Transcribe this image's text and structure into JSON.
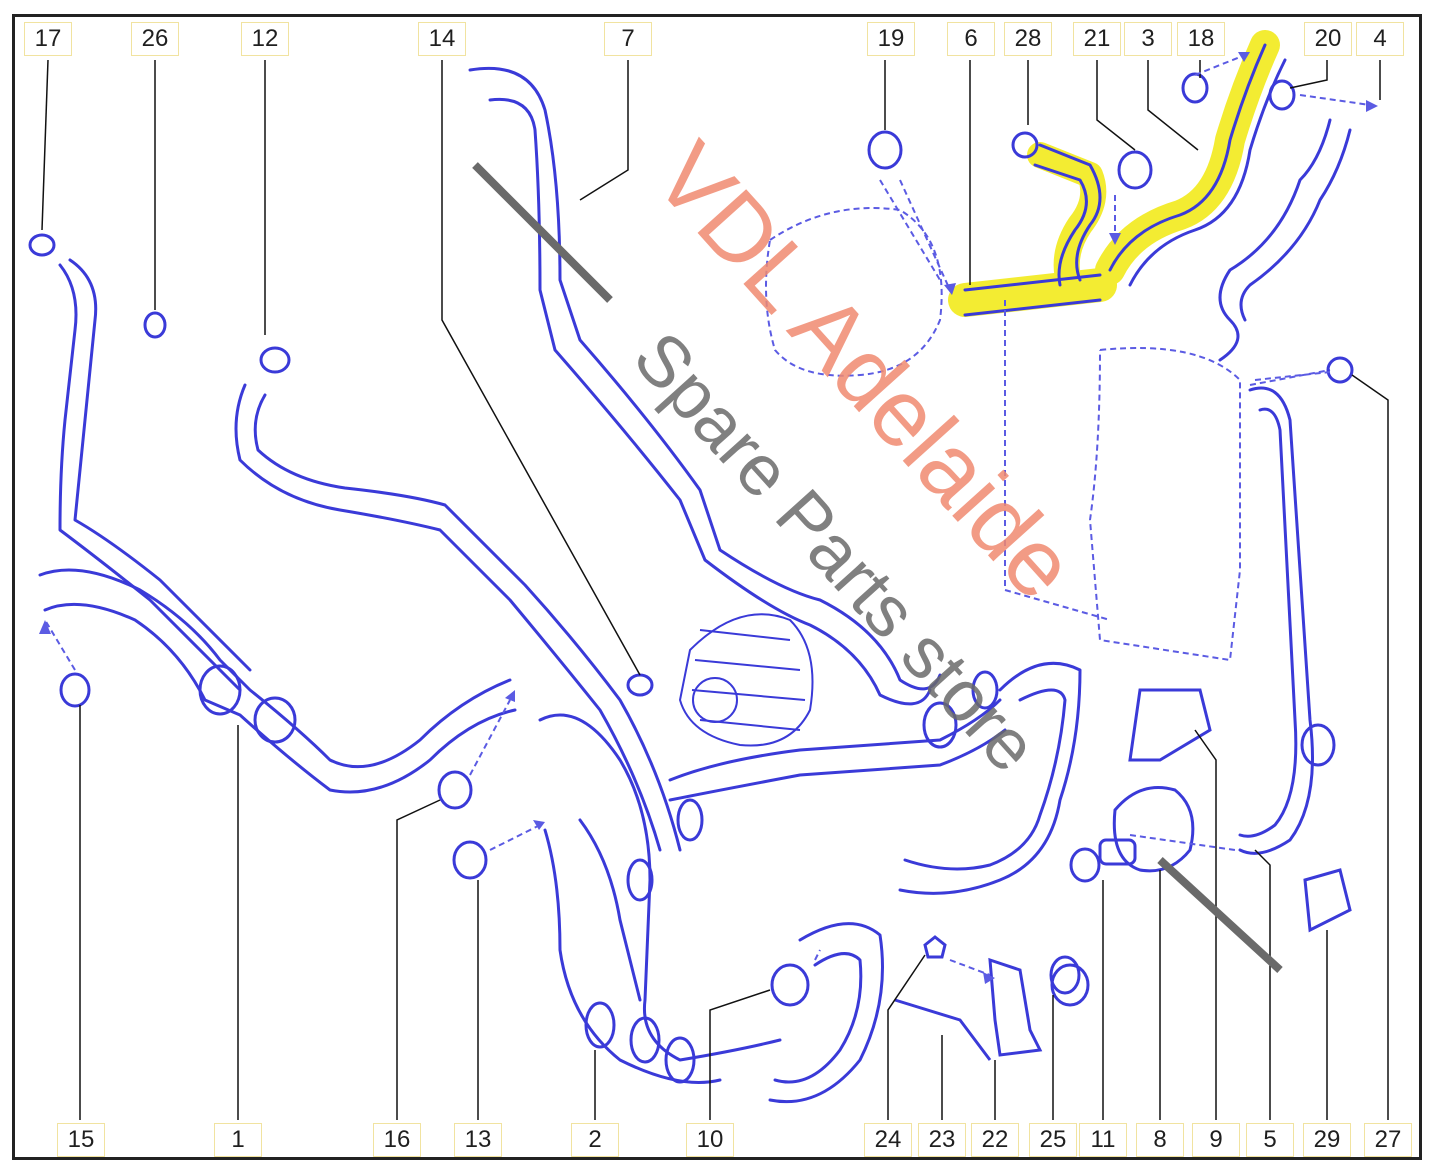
{
  "labels": {
    "top": [
      "17",
      "26",
      "12",
      "14",
      "7",
      "19",
      "6",
      "28",
      "21",
      "3",
      "18",
      "20",
      "4"
    ],
    "bottom": [
      "15",
      "1",
      "16",
      "13",
      "2",
      "10",
      "24",
      "23",
      "22",
      "25",
      "11",
      "8",
      "9",
      "5",
      "29",
      "27"
    ]
  },
  "watermark": {
    "brand": "VDL Adelaide",
    "store": "Spare Parts store"
  },
  "colors": {
    "line": "#3a3ad8",
    "dash": "#5b5be3",
    "highlight": "#f2ea1c",
    "watermark_brand": "#f08a70",
    "watermark_store": "#6a6a6a",
    "frame": "#222222",
    "label_box": "#f1e3a0"
  }
}
